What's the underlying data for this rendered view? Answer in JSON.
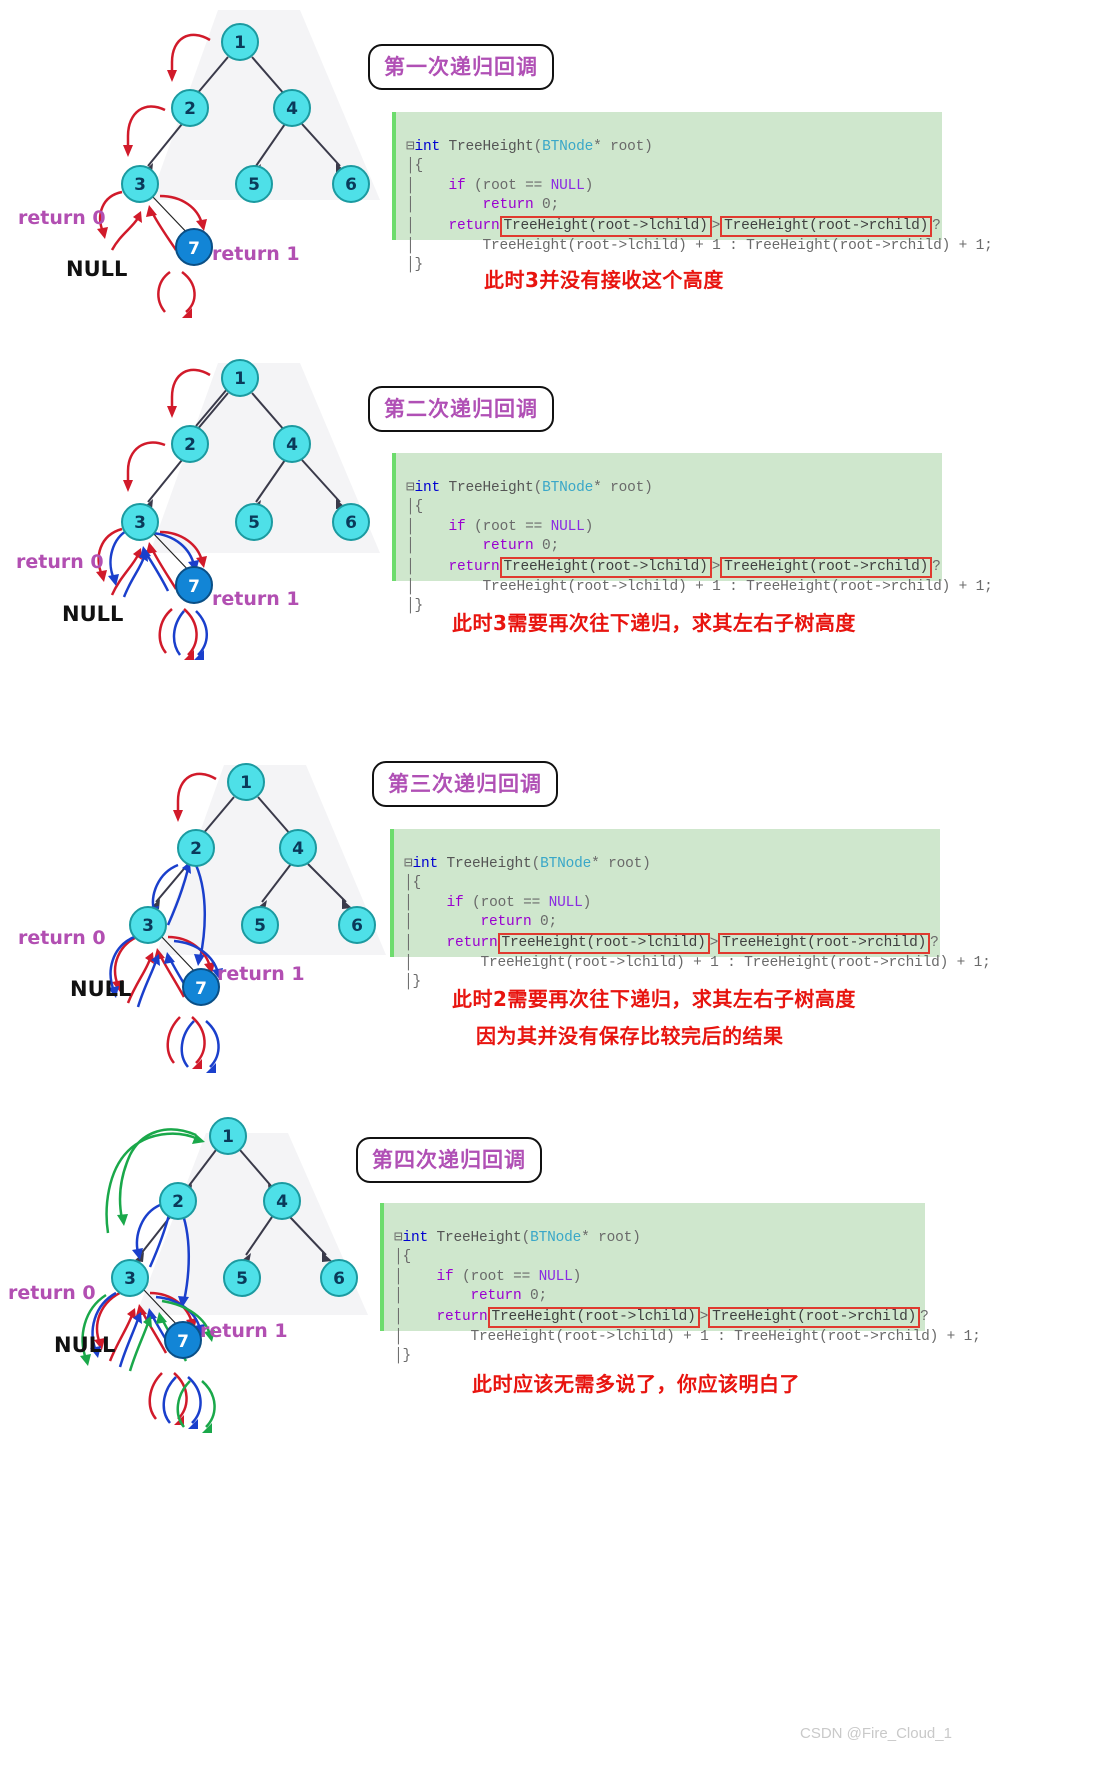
{
  "page": {
    "watermark": "CSDN @Fire_Cloud_1"
  },
  "code": {
    "line1_kw": "int",
    "line1_fn": " TreeHeight",
    "line1_p1": "(",
    "line1_type": "BTNode",
    "line1_star": "* ",
    "line1_arg": "root",
    "line1_p2": ")",
    "line2": "{",
    "line3_if": "if",
    "line3_a": " (",
    "line3_root": "root",
    "line3_eq": " == ",
    "line3_null": "NULL",
    "line3_b": ")",
    "line4_ret": "return",
    "line4_zero": " 0;",
    "line5_ret": "return",
    "line5_box1": "TreeHeight(root->lchild)",
    "line5_gt": ">",
    "line5_box2": "TreeHeight(root->rchild)",
    "line5_q": "?",
    "line6": "TreeHeight(root->lchild) + 1 : TreeHeight(root->rchild) + 1;",
    "line7": "}"
  },
  "tree": {
    "nodes": [
      "1",
      "2",
      "4",
      "3",
      "5",
      "6",
      "7"
    ],
    "return_zero": "return 0",
    "return_one": "return 1",
    "null_label": "NULL"
  },
  "sections": [
    {
      "title": "第一次递归回调",
      "notes": [
        "此时3并没有接收这个高度"
      ]
    },
    {
      "title": "第二次递归回调",
      "notes": [
        "此时3需要再次往下递归，求其左右子树高度"
      ]
    },
    {
      "title": "第三次递归回调",
      "notes": [
        "此时2需要再次往下递归，求其左右子树高度",
        "因为其并没有保存比较完后的结果"
      ]
    },
    {
      "title": "第四次递归回调",
      "notes": [
        "此时应该无需多说了，你应该明白了"
      ]
    }
  ],
  "colors": {
    "code_bg": "#cfe7cd",
    "node_fill": "#4ee0e8",
    "node_active": "#1285d6",
    "note_red": "#e8140f",
    "title_purple": "#b050b5",
    "arrow_red": "#d11a2a",
    "arrow_blue": "#1155cc",
    "arrow_green": "#1aa84a"
  }
}
